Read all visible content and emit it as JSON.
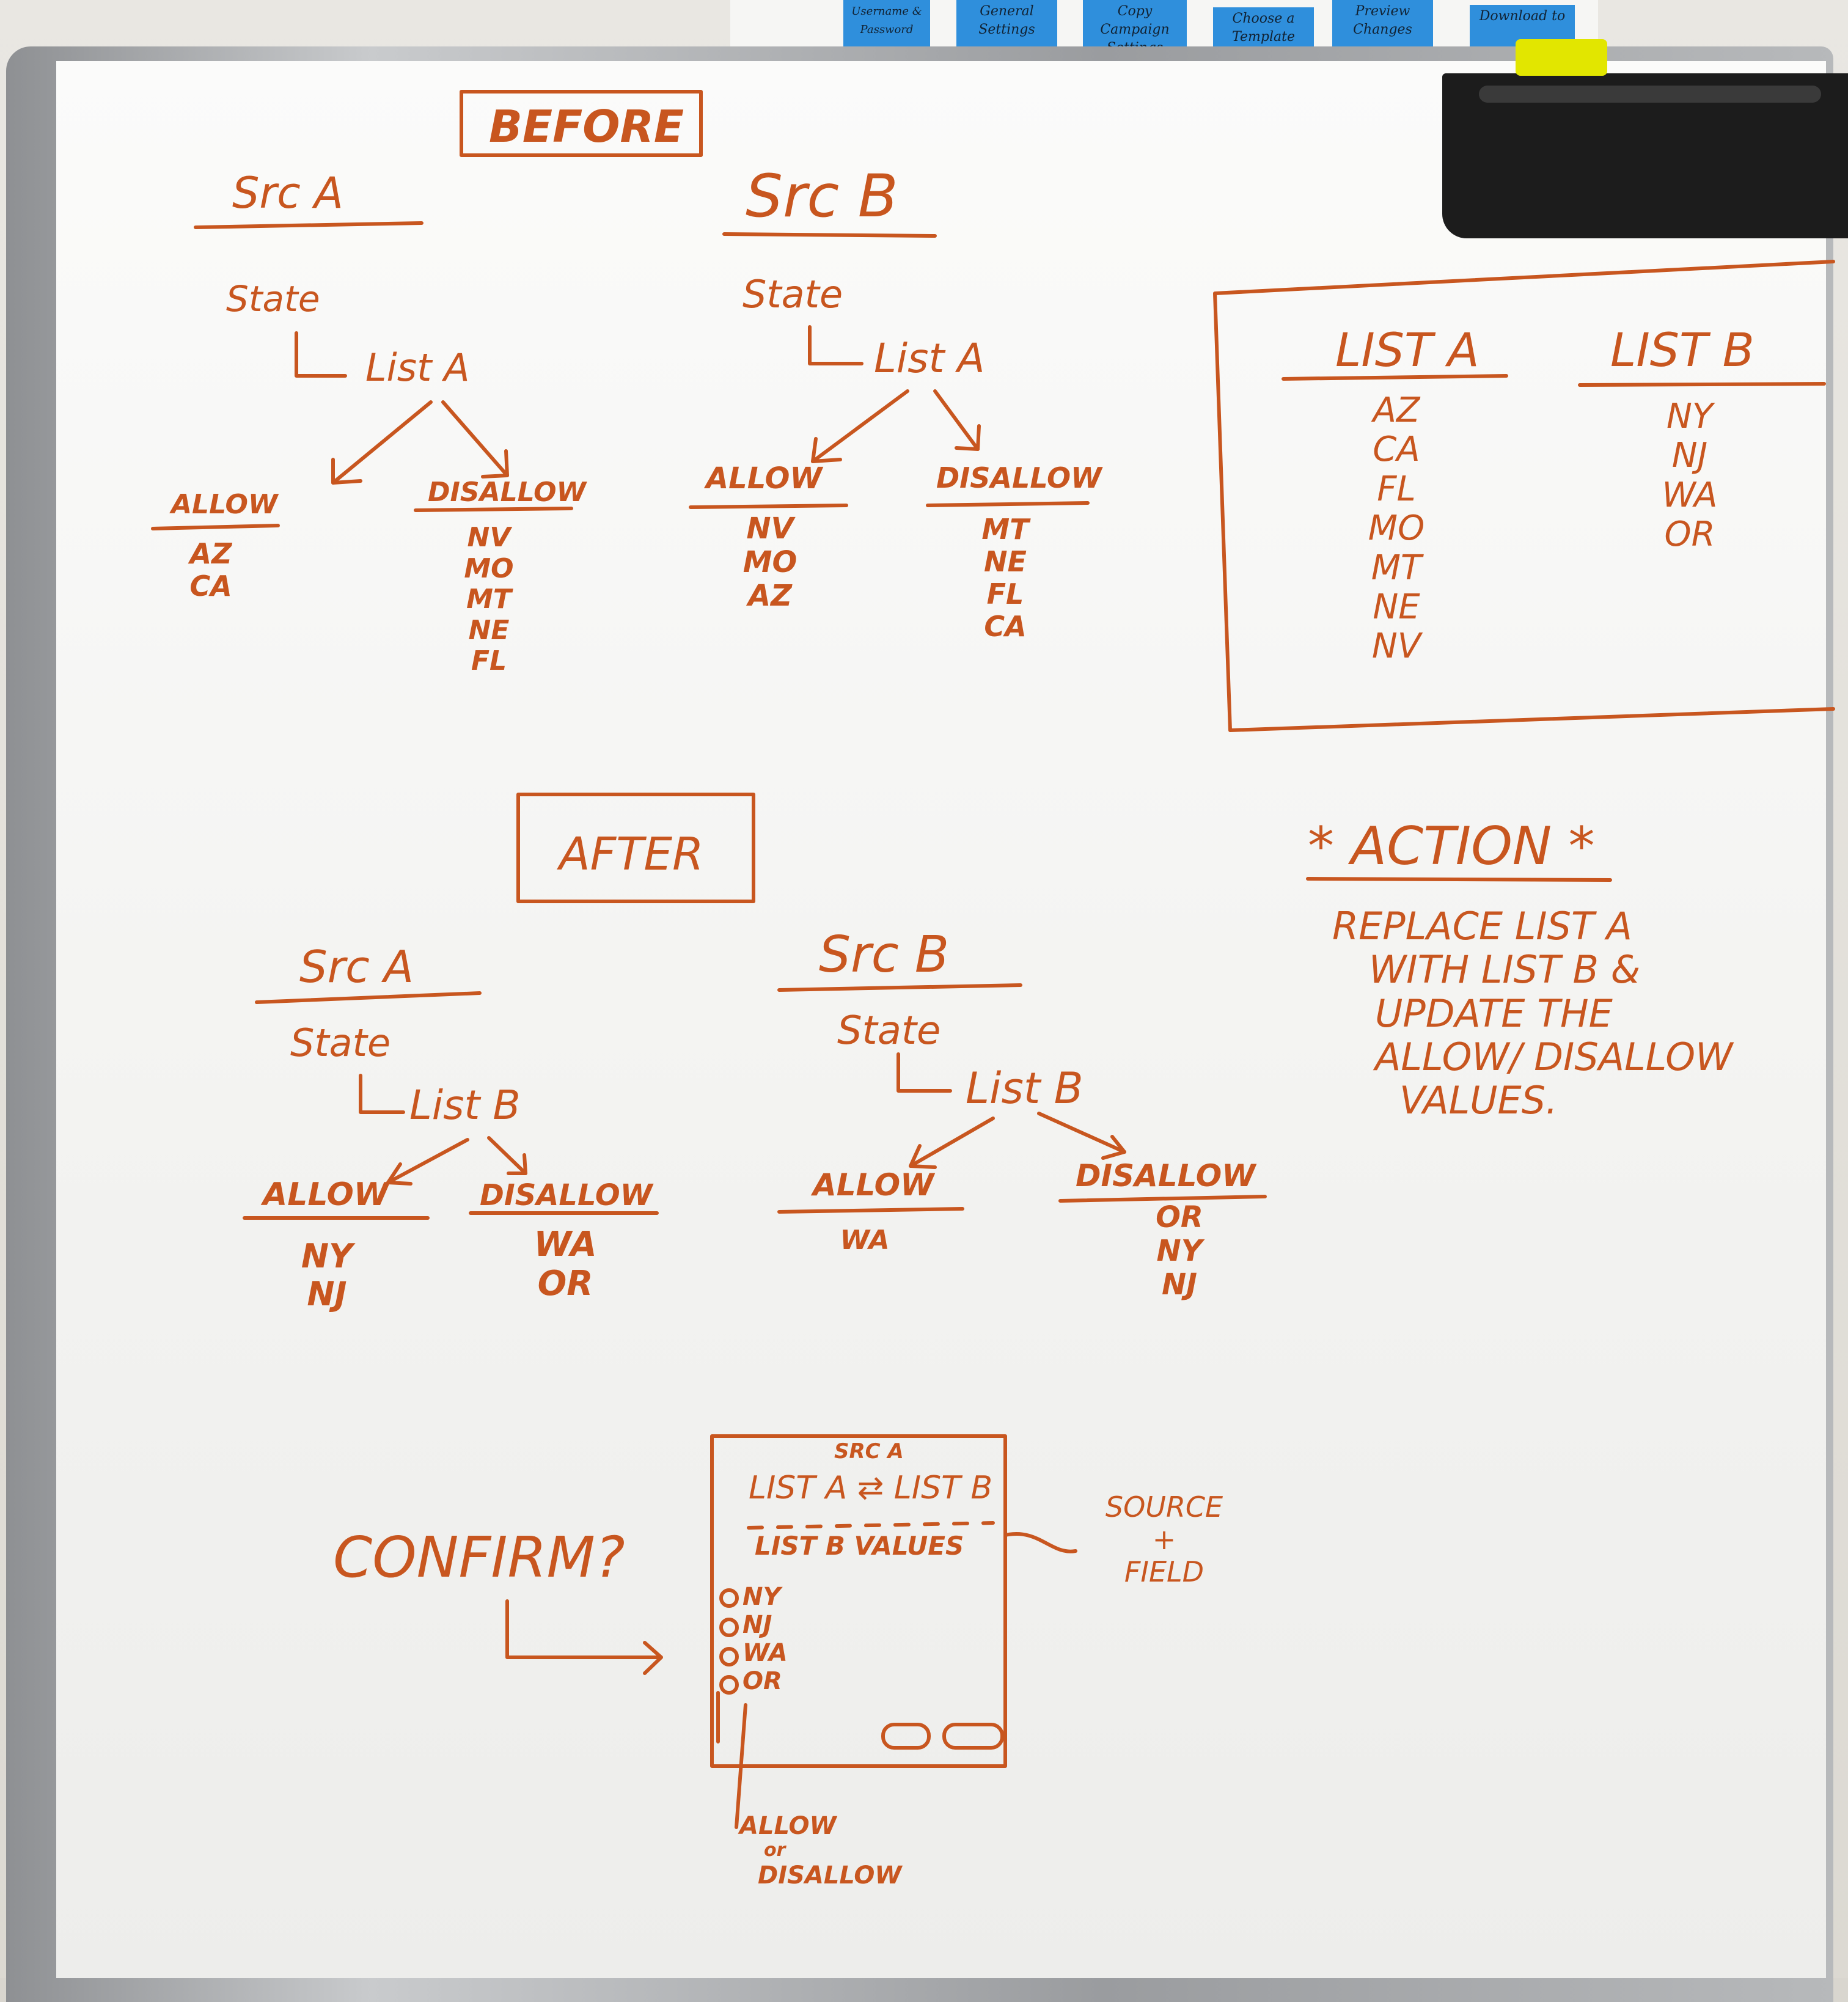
{
  "sticky_notes": [
    "Username & Password",
    "General Settings",
    "Copy Campaign Settings",
    "Choose a Template",
    "Preview Changes",
    "Download to"
  ],
  "before": {
    "title": "BEFORE",
    "src_a": {
      "heading": "Src A",
      "state": "State",
      "list": "List A",
      "allow_label": "ALLOW",
      "disallow_label": "DISALLOW",
      "allow": [
        "AZ",
        "CA"
      ],
      "disallow": [
        "NV",
        "MO",
        "MT",
        "NE",
        "FL"
      ]
    },
    "src_b": {
      "heading": "Src B",
      "state": "State",
      "list": "List A",
      "allow_label": "ALLOW",
      "disallow_label": "DISALLOW",
      "allow": [
        "NV",
        "MO",
        "AZ"
      ],
      "disallow": [
        "MT",
        "NE",
        "FL",
        "CA"
      ]
    }
  },
  "lists_box": {
    "list_a_title": "LIST A",
    "list_a": [
      "AZ",
      "CA",
      "FL",
      "MO",
      "MT",
      "NE",
      "NV"
    ],
    "list_b_title": "LIST B",
    "list_b": [
      "NY",
      "NJ",
      "WA",
      "OR"
    ]
  },
  "after": {
    "title": "AFTER",
    "src_a": {
      "heading": "Src A",
      "state": "State",
      "list": "List B",
      "allow_label": "ALLOW",
      "disallow_label": "DISALLOW",
      "allow": [
        "NY",
        "NJ"
      ],
      "disallow": [
        "WA",
        "OR"
      ]
    },
    "src_b": {
      "heading": "Src B",
      "state": "State",
      "list": "List B",
      "allow_label": "ALLOW",
      "disallow_label": "DISALLOW",
      "allow": [
        "WA"
      ],
      "disallow": [
        "OR",
        "NY",
        "NJ"
      ]
    }
  },
  "action": {
    "title": "* ACTION *",
    "lines": [
      "REPLACE LIST A",
      "WITH LIST B &",
      "UPDATE THE",
      "ALLOW/ DISALLOW",
      "VALUES."
    ]
  },
  "confirm": {
    "label": "CONFIRM?",
    "dialog_src": "SRC A",
    "dialog_swap": "LIST A ⇄ LIST B",
    "dialog_values": "LIST B VALUES",
    "items": [
      "NY",
      "NJ",
      "WA",
      "OR"
    ],
    "note_right": [
      "SOURCE",
      "+",
      "FIELD"
    ],
    "note_bottom": [
      "ALLOW",
      "or",
      "DISALLOW"
    ]
  }
}
